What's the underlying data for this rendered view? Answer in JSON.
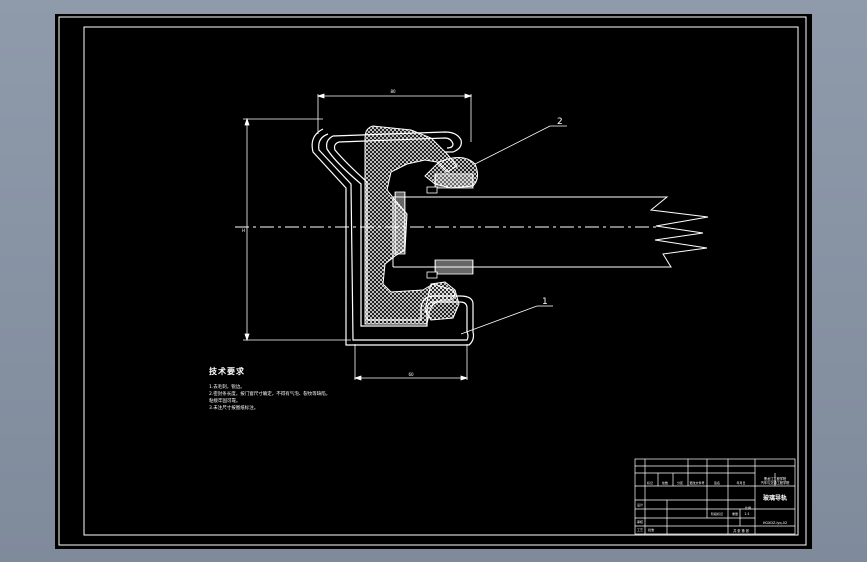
{
  "drawing": {
    "part_labels": [
      "1",
      "2"
    ],
    "dimensions": {
      "width_top": "80",
      "height_left": "H",
      "width_bottom": "60"
    }
  },
  "notes": {
    "title": "技术要求",
    "items": [
      "1.去毛刺，锐边。",
      "2.密封条长度，按门窗尺寸确定，不得有气泡、裂纹等缺陷，",
      "  粘接牢固可靠。",
      "3.未注尺寸按图纸标注。"
    ]
  },
  "title_block": {
    "drawing_name": "玻璃导轨",
    "school": "黑龙江工程学院",
    "major": "汽车与交通工程学院",
    "scale": "1:1",
    "sheet": "共 张 第 张",
    "drawing_no": "HGXDZ-lyq-02",
    "material": "",
    "labels": [
      "标记",
      "处数",
      "分区",
      "更改文件号",
      "签名",
      "年月日",
      "设计",
      "审核",
      "工艺",
      "批准",
      "阶段标记",
      "重量",
      "比例"
    ]
  },
  "colors": {
    "background": "#000000",
    "lines": "#ffffff",
    "frame_outer": "#7f8a9b"
  }
}
